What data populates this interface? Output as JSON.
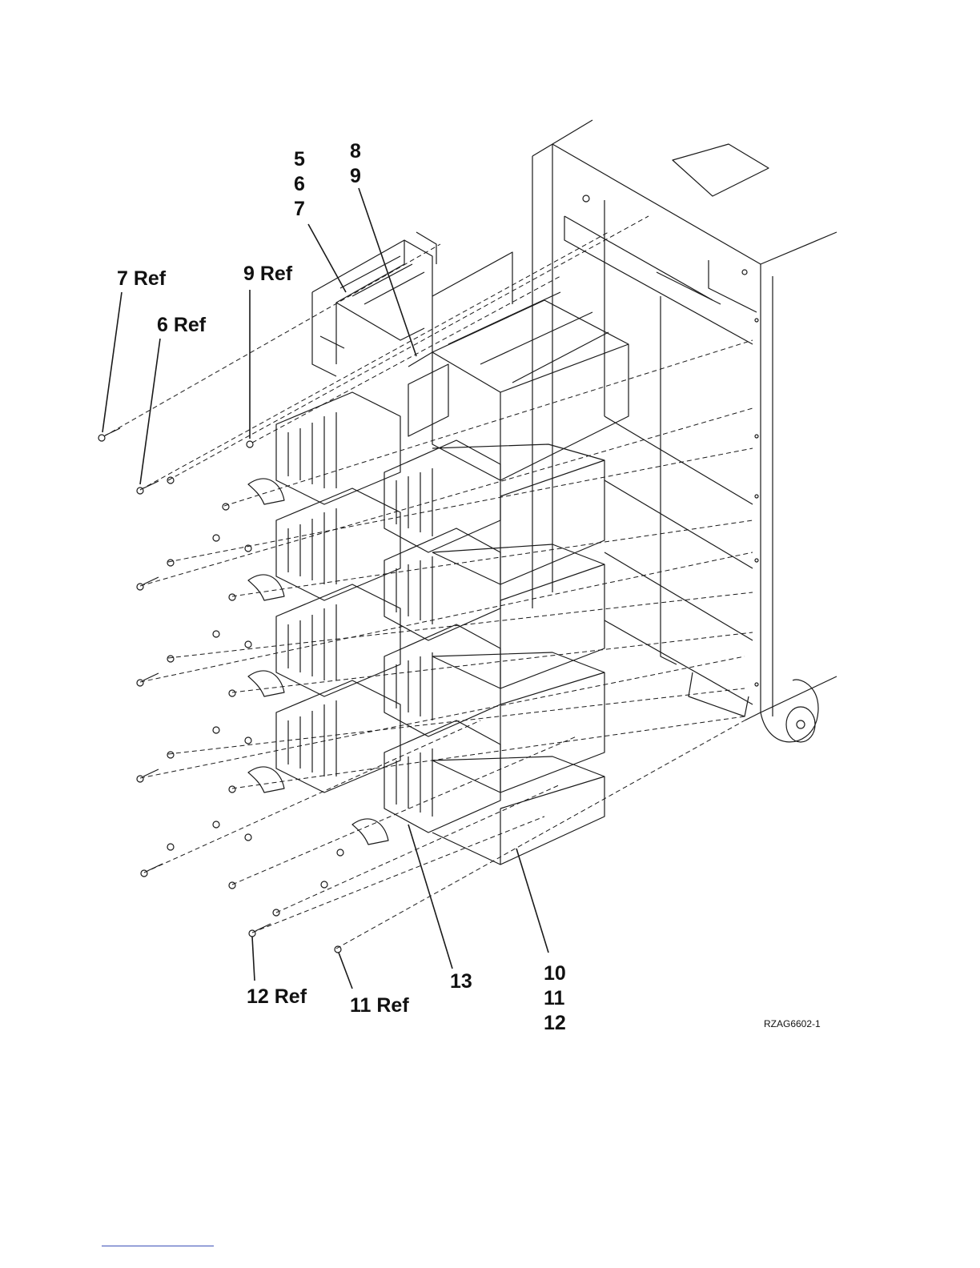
{
  "figure": {
    "callouts": {
      "c_5_6_7": "5\n6\n7",
      "c_8_9": "8\n9",
      "c_7ref": "7 Ref",
      "c_6ref": "6 Ref",
      "c_9ref": "9 Ref",
      "c_12ref": "12 Ref",
      "c_11ref": "11 Ref",
      "c_13": "13",
      "c_10_11_12": "10\n11\n12"
    },
    "figure_id": "RZAG6602-1"
  },
  "colors": {
    "line": "#1a1a1a",
    "shade": "#cfcfcf",
    "footer_rule": "#3b4fb8"
  }
}
